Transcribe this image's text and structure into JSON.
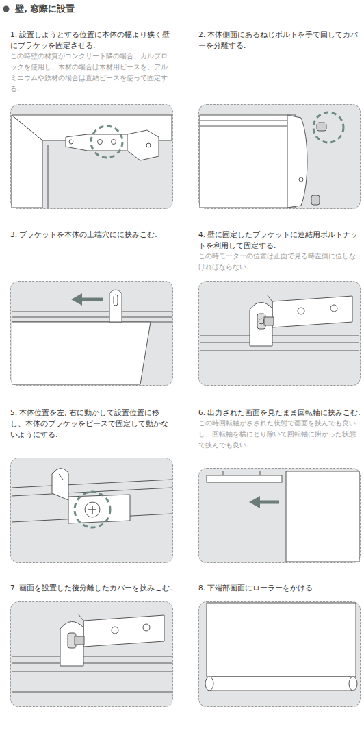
{
  "diagram": {
    "title": "壁, 窓際に設置",
    "nodes": [
      {
        "text": [
          "1. 設置しようとする位置に本体の幅より狭く壁にブラケッを固定させる.",
          "この時壁の材質がコンクリート隣の場合、カルブロックを使用し、木材の場合は木材用ピースを、アルミニウムや鉄材の場合は直結ピースを使って固定する."
        ]
      },
      {
        "text": [
          "2. 本体側面にあるねじボルトを手で回してカバーを分離する."
        ]
      },
      {
        "text": [
          "3. ブラケットを本体の上端穴にに挟みこむ."
        ]
      },
      {
        "text": [
          "4. 壁に固定したブラケットに連結用ボルトナットを利用して固定する.",
          "この時モーターの位置は正面で見る時左側に位しなければならない."
        ]
      },
      {
        "text": [
          "5. 本体位置を左, 右に動かして設置位置に移し、本体のブラケッをピースで固定して動かないようにする."
        ]
      },
      {
        "text": [
          "6. 出力された画面を見たまま回転軸に挟みこむ.",
          "この時回転軸がさされた状態で画面を挟んでも良いし、回転軸を横にとり除いて回転軸に掛かった状態で挟んでも良い."
        ]
      },
      {
        "text": [
          "7. 画面を設置した後分離したカバーを挟みこむ."
        ]
      },
      {
        "text": [
          "8. 下端部画面にローラーをかける"
        ]
      }
    ]
  }
}
